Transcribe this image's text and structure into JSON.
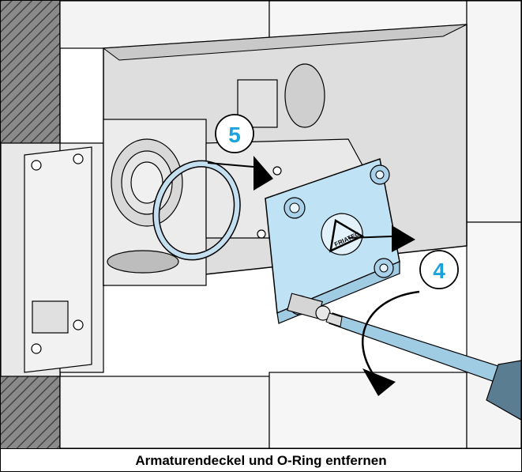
{
  "caption": "Armaturendeckel und O-Ring entfernen",
  "steps": [
    {
      "number": "5"
    },
    {
      "number": "4"
    }
  ],
  "logo": {
    "text": "FRIATEC"
  },
  "colors": {
    "step_circle_fill": "#ffffff",
    "step_number": "#1aa3dd",
    "cover_plate": "#bfe3f5",
    "o_ring": "#c4dff0",
    "screwdriver_shaft": "#9fcbe3",
    "screwdriver_handle": "#5a7d92",
    "wall_hatch": "#7a7a7a",
    "outline": "#000000"
  }
}
